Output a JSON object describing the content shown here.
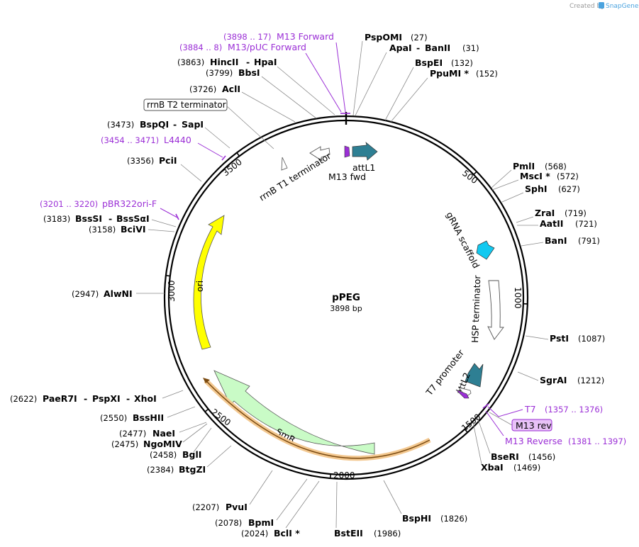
{
  "credit": {
    "prefix": "Created by",
    "brand": "SnapGene"
  },
  "plasmid": {
    "name": "pPEG",
    "size": "3898 bp"
  },
  "ticks": [
    "500",
    "1000",
    "1500",
    "2000",
    "2500",
    "3000",
    "3500"
  ],
  "features": {
    "rrnb_t2": "rrnB T2 terminator",
    "rrnb_t1": "rrnB T1 terminator",
    "attl1": "attL1",
    "m13fwd": "M13 fwd",
    "grna": "gRNA scaffold",
    "hsp": "HSP terminator",
    "t7prom": "T7 promoter",
    "attl2": "attL2",
    "m13rev": "M13 rev",
    "ori": "ori",
    "smr": "SmR"
  },
  "primers": {
    "m13f": {
      "pos": "(3898 .. 17)",
      "name": "M13 Forward"
    },
    "m13puc": {
      "pos": "(3884 .. 8)",
      "name": "M13/pUC Forward"
    },
    "l4440": {
      "pos": "(3454 .. 3471)",
      "name": "L4440"
    },
    "pbr": {
      "pos": "(3201 .. 3220)",
      "name": "pBR322ori-F"
    },
    "t7": {
      "name": "T7",
      "pos": "(1357 .. 1376)"
    },
    "m13r": {
      "name": "M13 Reverse",
      "pos": "(1381 .. 1397)"
    }
  },
  "enzymes": {
    "pspomi": {
      "name": "PspOMI",
      "pos": "(27)"
    },
    "apai": {
      "name": "ApaI",
      "sep": "-",
      "name2": "BanII",
      "pos": "(31)"
    },
    "bspei": {
      "name": "BspEI",
      "pos": "(132)"
    },
    "ppumi": {
      "name": "PpuMI *",
      "pos": "(152)"
    },
    "pmli": {
      "name": "PmlI",
      "pos": "(568)"
    },
    "msci": {
      "name": "MscI *",
      "pos": "(572)"
    },
    "sphi": {
      "name": "SphI",
      "pos": "(627)"
    },
    "zrai": {
      "name": "ZraI",
      "pos": "(719)"
    },
    "aatii": {
      "name": "AatII",
      "pos": "(721)"
    },
    "bani": {
      "name": "BanI",
      "pos": "(791)"
    },
    "psti": {
      "name": "PstI",
      "pos": "(1087)"
    },
    "sgrai": {
      "name": "SgrAI",
      "pos": "(1212)"
    },
    "bseri": {
      "name": "BseRI",
      "pos": "(1456)"
    },
    "xbai": {
      "name": "XbaI",
      "pos": "(1469)"
    },
    "bsphi": {
      "name": "BspHI",
      "pos": "(1826)"
    },
    "bsteii": {
      "name": "BstEII",
      "pos": "(1986)"
    },
    "bcli": {
      "pos": "(2024)",
      "name": "BclI *"
    },
    "bpmi": {
      "pos": "(2078)",
      "name": "BpmI"
    },
    "pvui": {
      "pos": "(2207)",
      "name": "PvuI"
    },
    "btgzi": {
      "pos": "(2384)",
      "name": "BtgZI"
    },
    "bgli": {
      "pos": "(2458)",
      "name": "BglI"
    },
    "ngomiv": {
      "pos": "(2475)",
      "name": "NgoMIV"
    },
    "naei": {
      "pos": "(2477)",
      "name": "NaeI"
    },
    "bsshii": {
      "pos": "(2550)",
      "name": "BssHII"
    },
    "paer7i": {
      "pos": "(2622)",
      "name": "PaeR7I",
      "sep": "-",
      "name2": "PspXI",
      "sep2": "-",
      "name3": "XhoI"
    },
    "alwni": {
      "pos": "(2947)",
      "name": "AlwNI"
    },
    "bclvi": {
      "pos": "(3158)",
      "name": "BciVI"
    },
    "bsssi": {
      "pos": "(3183)",
      "name": "BssSI",
      "sep": "-",
      "name2": "BssSαI"
    },
    "pcii": {
      "pos": "(3356)",
      "name": "PciI"
    },
    "bspqi": {
      "pos": "(3473)",
      "name": "BspQI",
      "sep": "-",
      "name2": "SapI"
    },
    "acli": {
      "pos": "(3726)",
      "name": "AclI"
    },
    "bbsi": {
      "pos": "(3799)",
      "name": "BbsI"
    },
    "hincii": {
      "pos": "(3863)",
      "name": "HincII",
      "sep": "-",
      "name2": "HpaI"
    }
  }
}
